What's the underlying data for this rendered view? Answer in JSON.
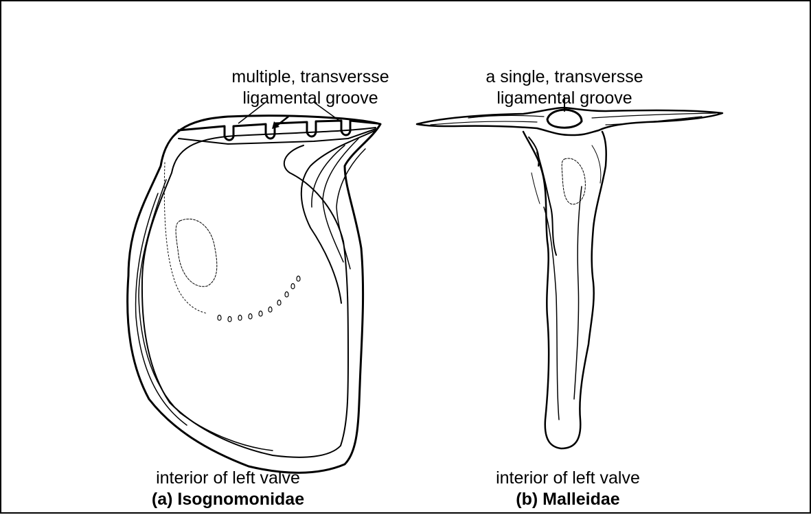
{
  "figure": {
    "panel_a": {
      "callout_line1": "multiple, transversse",
      "callout_line2": "ligamental groove",
      "caption_line1": "interior of left valve",
      "caption_line2": "(a) Isognomonidae"
    },
    "panel_b": {
      "callout_line1": "a single, transversse",
      "callout_line2": "ligamental groove",
      "caption_line1": "interior of left valve",
      "caption_line2": "(b) Malleidae"
    }
  }
}
